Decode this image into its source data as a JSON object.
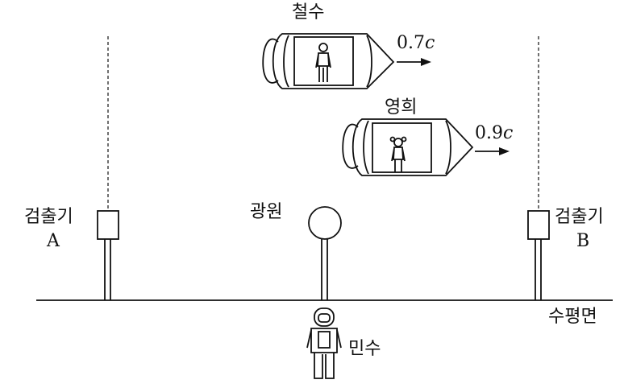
{
  "labels": {
    "cheolsu": "철수",
    "cheolsu_speed_num": "0.7",
    "younghee": "영희",
    "younghee_speed_num": "0.9",
    "speed_unit": "c",
    "detector": "검출기",
    "detector_a": "A",
    "detector_b": "B",
    "light_source": "광원",
    "ground": "수평면",
    "minsu": "민수"
  }
}
